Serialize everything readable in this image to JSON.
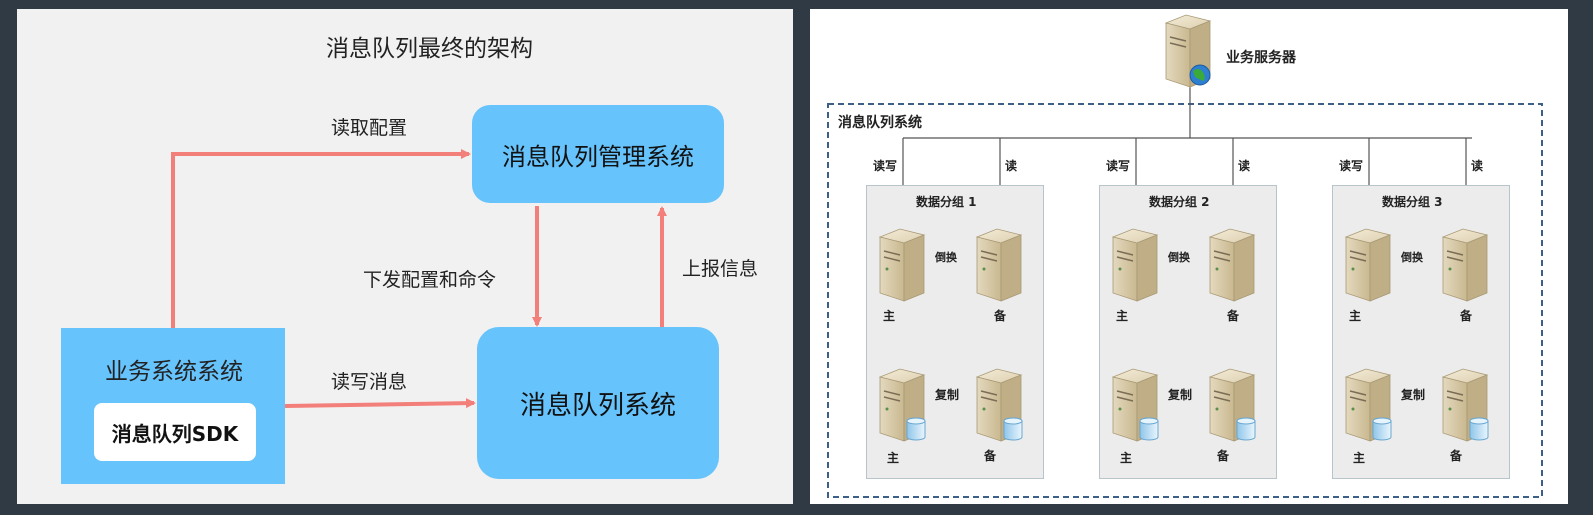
{
  "left": {
    "title": "消息队列最终的架构",
    "management_system": "消息队列管理系统",
    "mq_system": "消息队列系统",
    "business_system": "业务系统系统",
    "sdk": "消息队列SDK",
    "edge_read_config": "读取配置",
    "edge_dispatch": "下发配置和命令",
    "edge_report": "上报信息",
    "edge_read_write": "读写消息",
    "arrow_color": "#f37f7a",
    "box_color": "#66c3fc"
  },
  "right": {
    "business_server": "业务服务器",
    "mq_system": "消息队列系统",
    "groups": [
      {
        "name": "数据分组 1",
        "rw": "读写",
        "r": "读",
        "swap": "倒换",
        "copy": "复制",
        "primary": "主",
        "backup": "备"
      },
      {
        "name": "数据分组 2",
        "rw": "读写",
        "r": "读",
        "swap": "倒换",
        "copy": "复制",
        "primary": "主",
        "backup": "备"
      },
      {
        "name": "数据分组 3",
        "rw": "读写",
        "r": "读",
        "swap": "倒换",
        "copy": "复制",
        "primary": "主",
        "backup": "备"
      }
    ]
  }
}
